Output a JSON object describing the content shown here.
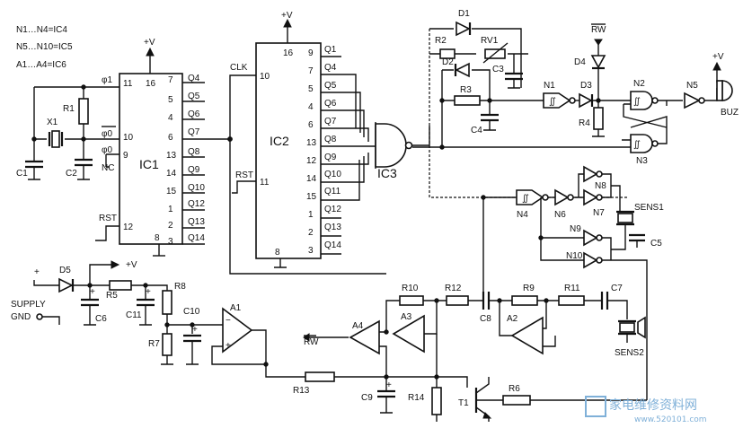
{
  "notes": [
    "N1…N4=IC4",
    "N5…N10=IC5",
    "A1…A4=IC6"
  ],
  "ic1": {
    "name": "IC1",
    "supply": "+V",
    "left_pins": [
      {
        "num": "11",
        "sig": "φ1"
      },
      {
        "num": "10",
        "sig": "φ0"
      },
      {
        "num": "9",
        "sig": "φ0"
      },
      {
        "num": "",
        "sig": "NC"
      },
      {
        "num": "12",
        "sig": "RST"
      }
    ],
    "top_pin": "16",
    "bottom_pin": "8",
    "right_pins": [
      {
        "num": "7",
        "sig": "Q4"
      },
      {
        "num": "5",
        "sig": "Q5"
      },
      {
        "num": "4",
        "sig": "Q6"
      },
      {
        "num": "6",
        "sig": "Q7"
      },
      {
        "num": "13",
        "sig": "Q8"
      },
      {
        "num": "14",
        "sig": "Q9"
      },
      {
        "num": "15",
        "sig": "Q10"
      },
      {
        "num": "1",
        "sig": "Q12"
      },
      {
        "num": "2",
        "sig": "Q13"
      },
      {
        "num": "3",
        "sig": "Q14"
      }
    ]
  },
  "ic2": {
    "name": "IC2",
    "supply": "+V",
    "top_pin": "16",
    "bottom_pin": "8",
    "left_pins": [
      {
        "num": "10",
        "sig": "CLK"
      },
      {
        "num": "11",
        "sig": "RST"
      }
    ],
    "right_pins": [
      {
        "num": "9",
        "sig": "Q1"
      },
      {
        "num": "7",
        "sig": "Q4"
      },
      {
        "num": "5",
        "sig": "Q5"
      },
      {
        "num": "4",
        "sig": "Q6"
      },
      {
        "num": "6",
        "sig": "Q7"
      },
      {
        "num": "13",
        "sig": "Q8"
      },
      {
        "num": "12",
        "sig": "Q9"
      },
      {
        "num": "14",
        "sig": "Q10"
      },
      {
        "num": "15",
        "sig": "Q11"
      },
      {
        "num": "1",
        "sig": "Q12"
      },
      {
        "num": "2",
        "sig": "Q13"
      },
      {
        "num": "3",
        "sig": "Q14"
      }
    ]
  },
  "ic3": "IC3",
  "labels": {
    "x1": "X1",
    "c1": "C1",
    "c2": "C2",
    "r1": "R1",
    "d1": "D1",
    "d2": "D2",
    "d3": "D3",
    "d4": "D4",
    "d5": "D5",
    "r2": "R2",
    "rv1": "RV1",
    "r3": "R3",
    "c3": "C3",
    "c4": "C4",
    "r4": "R4",
    "rw_top": "RW",
    "rw_bottom": "RW",
    "n1": "N1",
    "n2": "N2",
    "n3": "N3",
    "n4": "N4",
    "n5": "N5",
    "n6": "N6",
    "n7": "N7",
    "n8": "N8",
    "n9": "N9",
    "n10": "N10",
    "buz": "BUZ",
    "sens1": "SENS1",
    "sens2": "SENS2",
    "c5": "C5",
    "plus": "+",
    "supply": "SUPPLY",
    "gnd": "GND",
    "r5": "R5",
    "c6": "C6",
    "c11": "C11",
    "r8": "R8",
    "r7": "R7",
    "c10": "C10",
    "a1": "A1",
    "a2": "A2",
    "a3": "A3",
    "a4": "A4",
    "r10": "R10",
    "r12": "R12",
    "c8": "C8",
    "r9": "R9",
    "r11": "R11",
    "c7": "C7",
    "r13": "R13",
    "c9": "C9",
    "r14": "R14",
    "t1": "T1",
    "r6": "R6",
    "vplus": "+V"
  },
  "watermark": {
    "title": "家电维修资料网",
    "url": "www.520101.com"
  }
}
